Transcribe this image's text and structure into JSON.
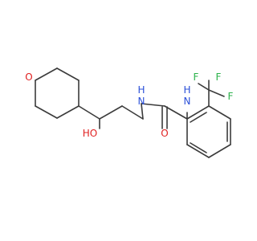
{
  "colors": {
    "bond": "#3b3b3b",
    "oxygen": "#e02020",
    "nitrogen": "#2a4fd8",
    "fluorine": "#2ab24a",
    "background": "#ffffff"
  },
  "labels": {
    "ring_oxygen": "O",
    "hydroxyl": "HO",
    "carbonyl_oxygen": "O",
    "nh_left": "H",
    "n_left": "N",
    "nh_right": "H",
    "n_right": "N",
    "f_top_left": "F",
    "f_top_right": "F",
    "f_right": "F"
  }
}
